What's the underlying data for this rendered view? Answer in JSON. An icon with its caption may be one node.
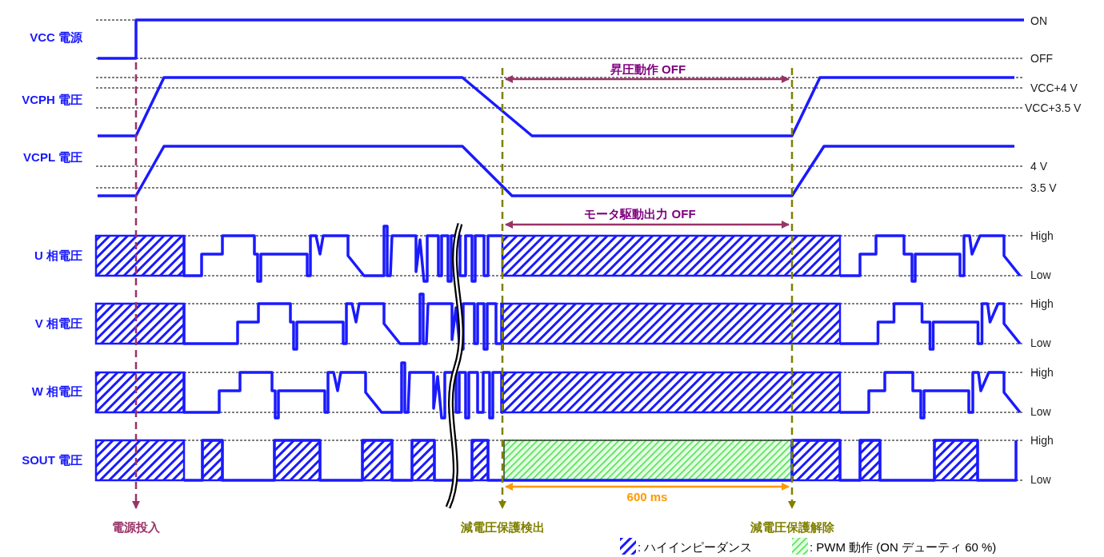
{
  "diagram": {
    "labels": [
      "VCC 電源",
      "ON",
      "OFF",
      "昇圧動作 OFF",
      "VCPH 電圧",
      "VCC+4 V",
      "VCC+3.5 V",
      "VCPL 電圧",
      "4 V",
      "3.5 V",
      "モータ駆動出力 OFF",
      "U 相電圧",
      "High",
      "Low",
      "V 相電圧",
      "High",
      "Low",
      "W 相電圧",
      "High",
      "Low",
      "SOUT 電圧",
      "High",
      "Low",
      "600 ms",
      "電源投入",
      "減電圧保護検出",
      "減電圧保護解除"
    ],
    "legend": [
      {
        "text": ": ハイインピーダンス"
      },
      {
        "text": ": PWM 動作  (ON デューティ 60 %)"
      }
    ]
  }
}
